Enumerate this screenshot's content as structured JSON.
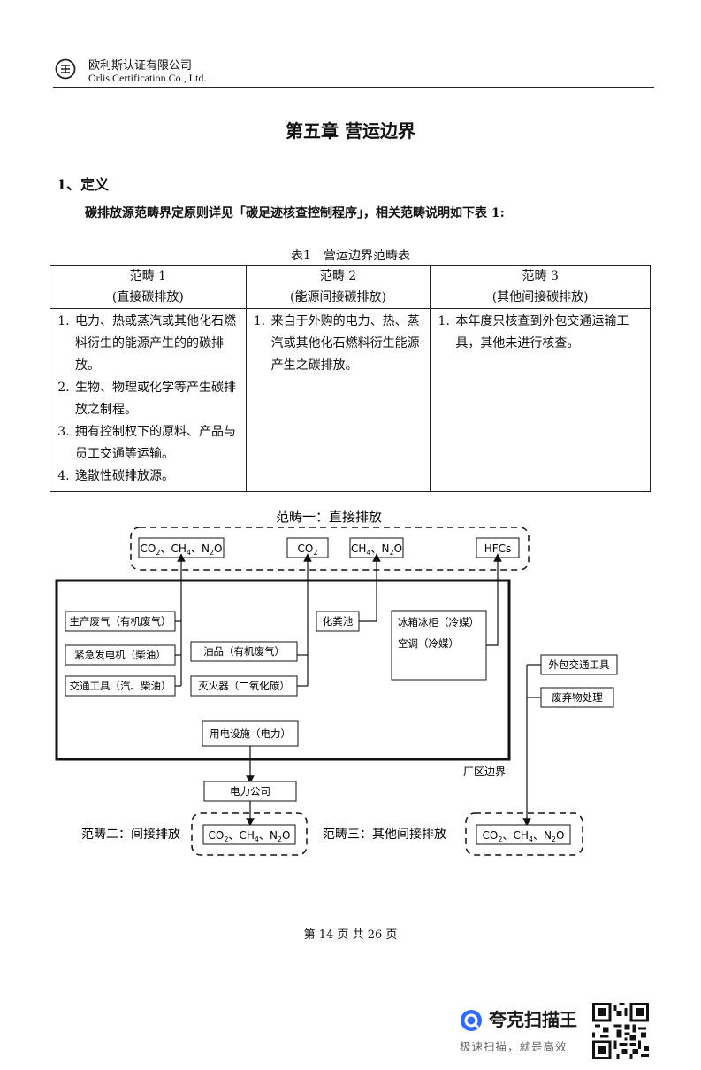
{
  "header": {
    "company_cn": "欧利斯认证有限公司",
    "company_en": "Orlis Certification Co., Ltd."
  },
  "chapter_title": "第五章 营运边界",
  "section_title": "1、定义",
  "intro": "碳排放源范畴界定原则详见「碳足迹核查控制程序」，相关范畴说明如下表 1:",
  "table": {
    "caption": "表1　营运边界范畴表",
    "headers": [
      {
        "line1": "范畴 1",
        "line2": "(直接碳排放)"
      },
      {
        "line1": "范畴 2",
        "line2": "(能源间接碳排放)"
      },
      {
        "line1": "范畴 3",
        "line2": "(其他间接碳排放)"
      }
    ],
    "col1": [
      "电力、热或蒸汽或其他化石燃料衍生的能源产生的的碳排放。",
      "生物、物理或化学等产生碳排放之制程。",
      "拥有控制权下的原料、产品与员工交通等运输。",
      "逸散性碳排放源。"
    ],
    "col2": [
      "来自于外购的电力、热、蒸汽或其他化石燃料衍生能源产生之碳排放。"
    ],
    "col3": [
      "本年度只核查到外包交通运输工具，其他未进行核查。"
    ]
  },
  "diagram": {
    "scope1_title": "范畴一：直接排放",
    "gas_a_pre": "CO",
    "gas_a_mid": "、CH",
    "gas_a_post": "、N",
    "gas_a_end": "O",
    "co2_pre": "CO",
    "ch4n2o_pre": "CH",
    "ch4n2o_mid": "、N",
    "ch4n2o_end": "O",
    "hfcs": "HFCs",
    "sources_left": [
      "生产废气（有机废气）",
      "紧急发电机（柴油）",
      "交通工具（汽、柴油）"
    ],
    "sources_mid": [
      "油品（有机废气）",
      "灭火器（二氧化碳）"
    ],
    "septic": "化粪池",
    "fridge_line1": "冰箱冰柜（冷媒）",
    "fridge_line2": "空调（冷媒）",
    "power_facility": "用电设施（电力）",
    "boundary_label": "厂区边界",
    "outsourced_transport": "外包交通工具",
    "waste_treatment": "废弃物处理",
    "power_company": "电力公司",
    "scope2_title": "范畴二：间接排放",
    "scope3_title": "范畴三：其他间接排放",
    "sub2": "2",
    "sub4": "4"
  },
  "footer": "第 14 页 共 26 页",
  "watermark": {
    "brand": "夸克扫描王",
    "slogan": "极速扫描，就是高效"
  }
}
